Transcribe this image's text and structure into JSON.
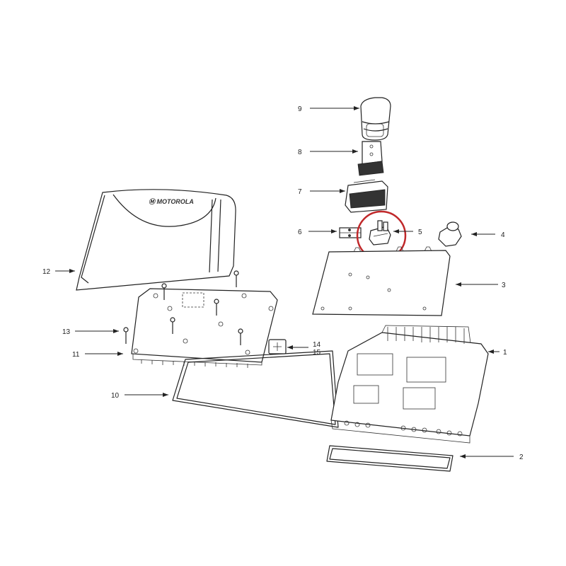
{
  "diagram": {
    "brand_logo_text": "MOTOROLA",
    "highlight_color": "#c0282a",
    "highlighted_part": "5",
    "callouts": [
      {
        "number": "1",
        "part": "housing-chassis"
      },
      {
        "number": "2",
        "part": "front-gasket"
      },
      {
        "number": "3",
        "part": "circuit-board"
      },
      {
        "number": "4",
        "part": "connector-4"
      },
      {
        "number": "5",
        "part": "connector-5"
      },
      {
        "number": "6",
        "part": "connector-6"
      },
      {
        "number": "7",
        "part": "accessory-connector"
      },
      {
        "number": "8",
        "part": "connector-plate"
      },
      {
        "number": "9",
        "part": "connector-boot"
      },
      {
        "number": "10",
        "part": "bottom-gasket"
      },
      {
        "number": "11",
        "part": "bottom-plate"
      },
      {
        "number": "12",
        "part": "top-cover"
      },
      {
        "number": "13",
        "part": "screw"
      },
      {
        "number": "14",
        "part": "small-connector-14"
      },
      {
        "number": "15",
        "part": "small-connector-15"
      }
    ]
  }
}
